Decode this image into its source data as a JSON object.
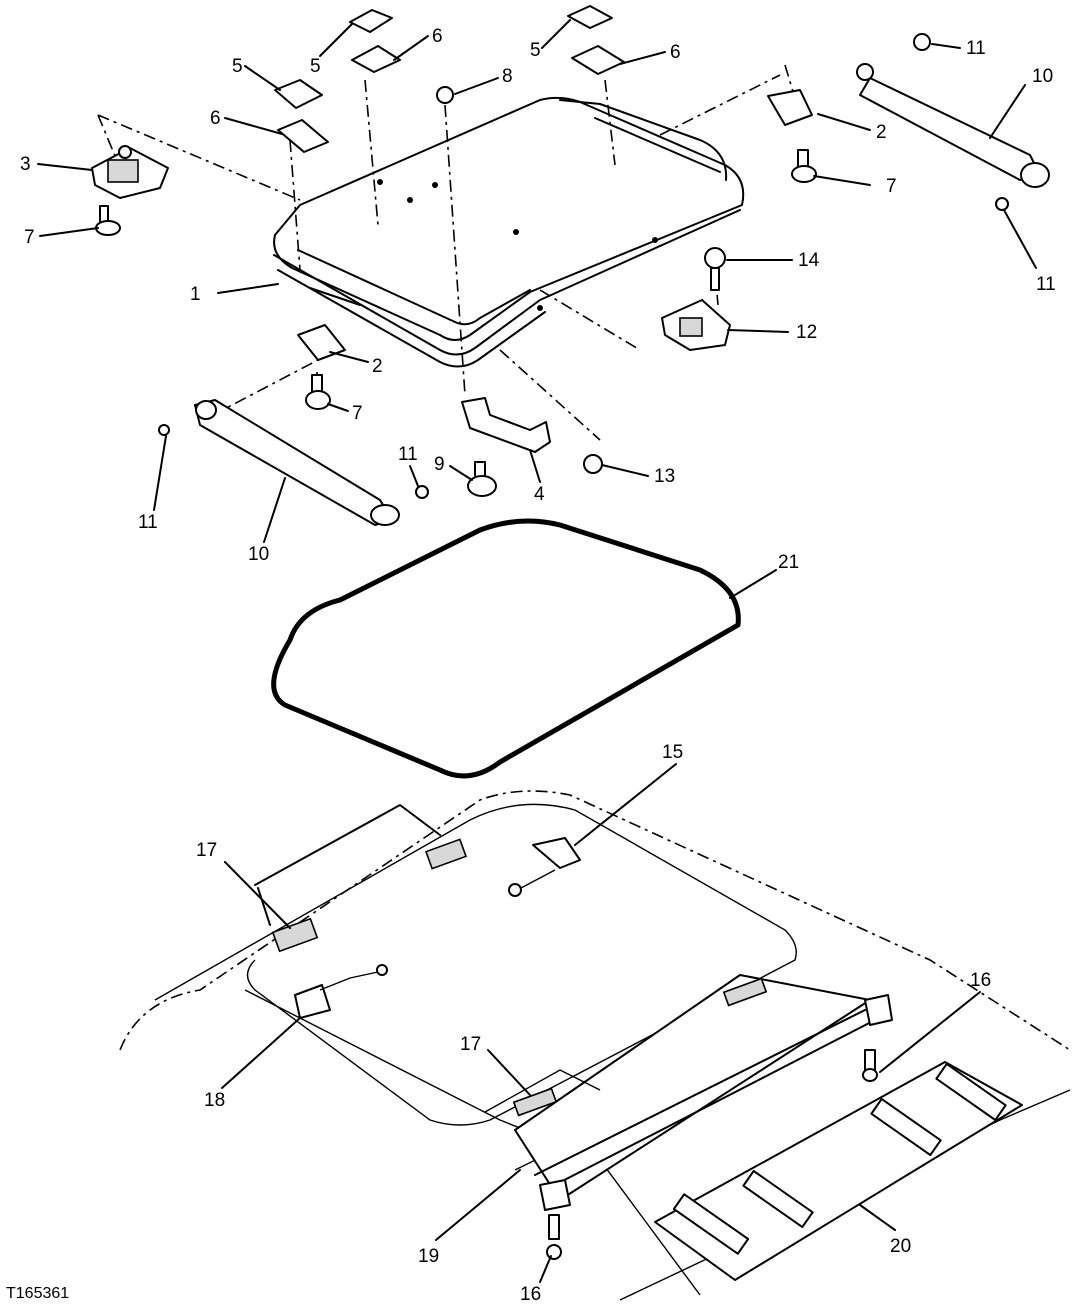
{
  "figure_code": "T165361",
  "callouts": [
    {
      "id": "c1",
      "label": "1"
    },
    {
      "id": "c2a",
      "label": "2"
    },
    {
      "id": "c2b",
      "label": "2"
    },
    {
      "id": "c3",
      "label": "3"
    },
    {
      "id": "c4",
      "label": "4"
    },
    {
      "id": "c5a",
      "label": "5"
    },
    {
      "id": "c5b",
      "label": "5"
    },
    {
      "id": "c5c",
      "label": "5"
    },
    {
      "id": "c6a",
      "label": "6"
    },
    {
      "id": "c6b",
      "label": "6"
    },
    {
      "id": "c6c",
      "label": "6"
    },
    {
      "id": "c7a",
      "label": "7"
    },
    {
      "id": "c7b",
      "label": "7"
    },
    {
      "id": "c7c",
      "label": "7"
    },
    {
      "id": "c8",
      "label": "8"
    },
    {
      "id": "c9",
      "label": "9"
    },
    {
      "id": "c10a",
      "label": "10"
    },
    {
      "id": "c10b",
      "label": "10"
    },
    {
      "id": "c11a",
      "label": "11"
    },
    {
      "id": "c11b",
      "label": "11"
    },
    {
      "id": "c11c",
      "label": "11"
    },
    {
      "id": "c11d",
      "label": "11"
    },
    {
      "id": "c12",
      "label": "12"
    },
    {
      "id": "c13",
      "label": "13"
    },
    {
      "id": "c14",
      "label": "14"
    },
    {
      "id": "c15",
      "label": "15"
    },
    {
      "id": "c16a",
      "label": "16"
    },
    {
      "id": "c16b",
      "label": "16"
    },
    {
      "id": "c17a",
      "label": "17"
    },
    {
      "id": "c17b",
      "label": "17"
    },
    {
      "id": "c18",
      "label": "18"
    },
    {
      "id": "c19",
      "label": "19"
    },
    {
      "id": "c20",
      "label": "20"
    },
    {
      "id": "c21",
      "label": "21"
    }
  ]
}
